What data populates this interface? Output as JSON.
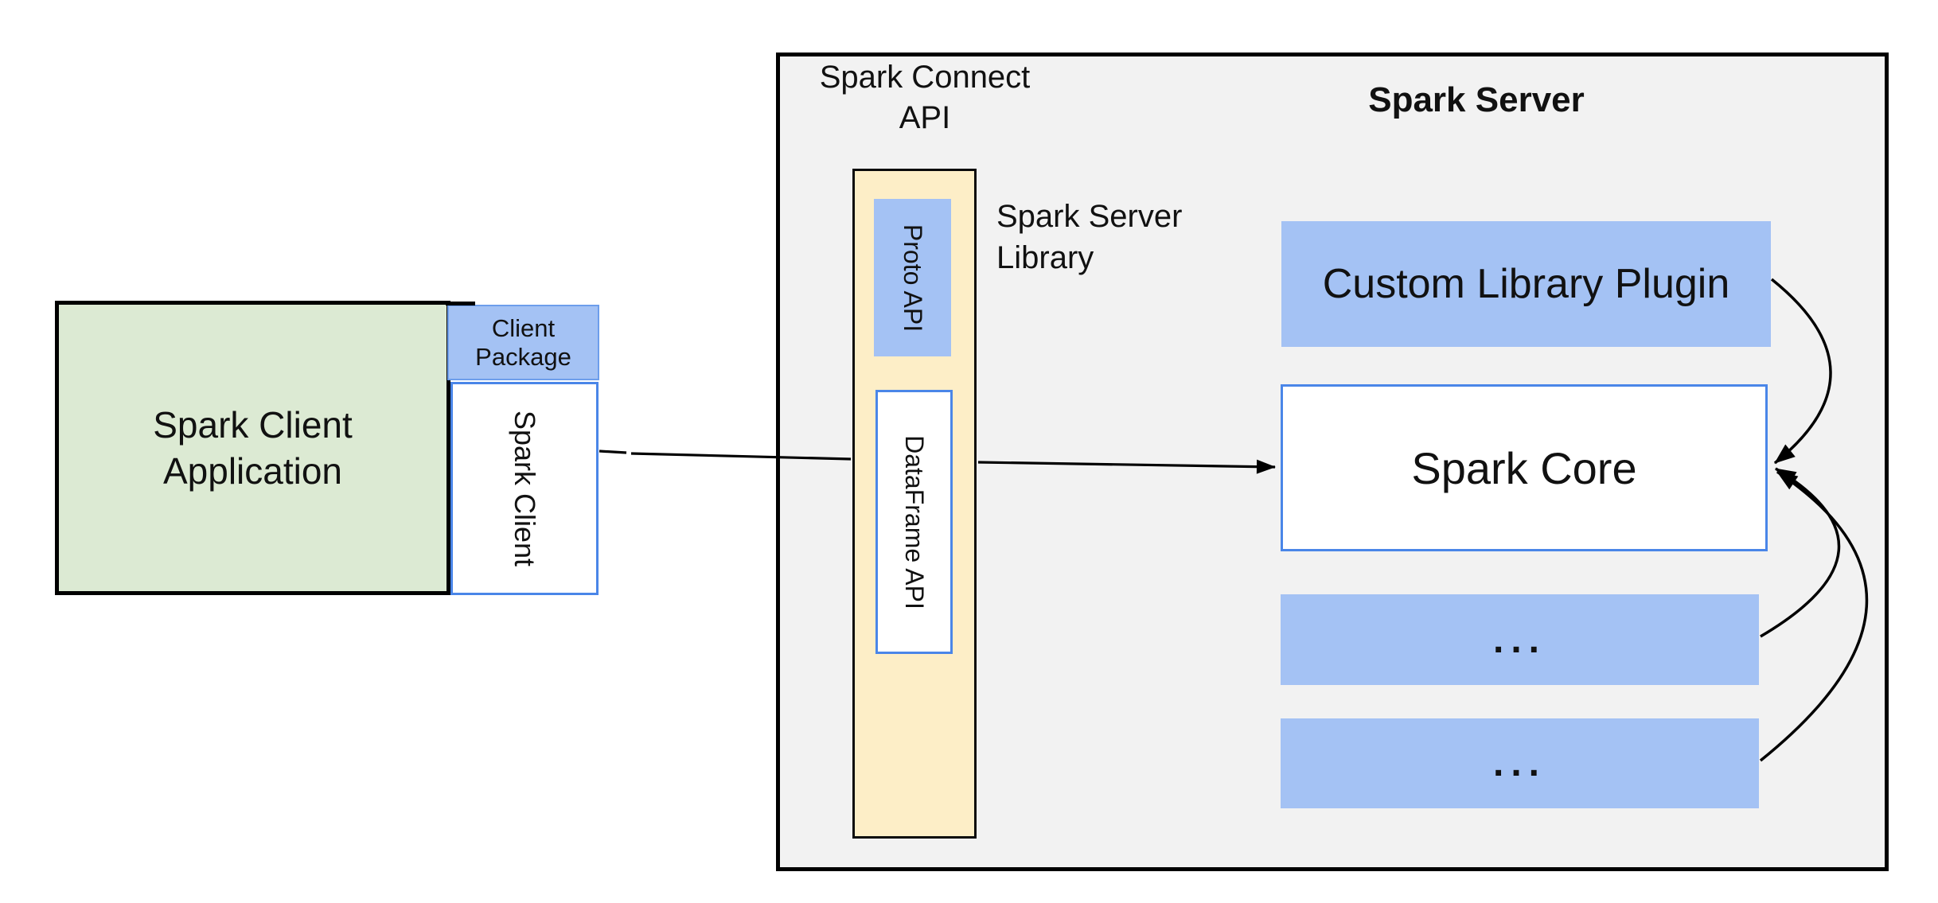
{
  "colors": {
    "page_bg": "#ffffff",
    "panel_gray": "#f2f2f2",
    "box_blue": "#a4c2f4",
    "box_green": "#dcead3",
    "box_cream": "#fdeec7",
    "border_blue": "#4a86e8",
    "border_blue_light": "#6d9eeb",
    "ink": "#111111"
  },
  "client": {
    "app_line1": "Spark Client",
    "app_line2": "Application",
    "package_line1": "Client",
    "package_line2": "Package",
    "spark_client": "Spark Client"
  },
  "connect": {
    "api_line1": "Spark Connect",
    "api_line2": "API",
    "proto_api": "Proto API",
    "dataframe_api": "DataFrame API",
    "library_line1": "Spark Server",
    "library_line2": "Library"
  },
  "server": {
    "title": "Spark Server",
    "custom_plugin": "Custom Library Plugin",
    "core": "Spark Core",
    "plugin_more_1": "...",
    "plugin_more_2": "..."
  }
}
